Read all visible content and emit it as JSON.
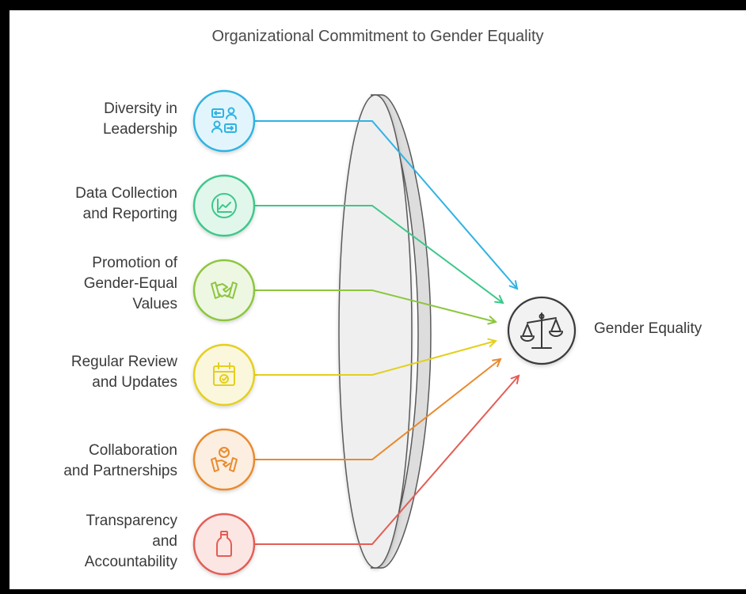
{
  "title": "Organizational Commitment to Gender Equality",
  "result": {
    "label": "Gender Equality",
    "icon": "scales-icon"
  },
  "inputs": [
    {
      "label": "Diversity in\nLeadership",
      "icon": "people-chat-icon",
      "color": "#2FB3E3",
      "fill": "#E3F5FC"
    },
    {
      "label": "Data Collection\nand Reporting",
      "icon": "line-chart-icon",
      "color": "#3CC88B",
      "fill": "#E2F7EC"
    },
    {
      "label": "Promotion of\nGender-Equal\nValues",
      "icon": "handshake-icon",
      "color": "#8CC63E",
      "fill": "#EEF7E2"
    },
    {
      "label": "Regular Review\nand Updates",
      "icon": "calendar-check-icon",
      "color": "#E4CF1C",
      "fill": "#FBF7DC"
    },
    {
      "label": "Collaboration\nand Partnerships",
      "icon": "partnership-icon",
      "color": "#E88A2E",
      "fill": "#FCEEE0"
    },
    {
      "label": "Transparency\nand\nAccountability",
      "icon": "bottle-icon",
      "color": "#E35D55",
      "fill": "#FCE6E4"
    }
  ],
  "lens": {
    "fill": "#EFEFEF",
    "stroke": "#5A5A5A"
  }
}
